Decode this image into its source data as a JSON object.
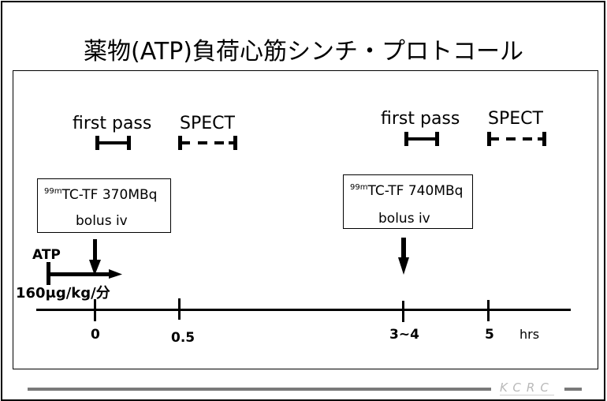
{
  "title": "薬物(ATP)負荷心筋シンチ・プロトコール",
  "first_stage": {
    "first_pass_label": "first pass",
    "spect_label": "SPECT",
    "injection": {
      "isotope_sup": "99m",
      "agent_dose": "TC-TF 370MBq",
      "route": "bolus iv"
    }
  },
  "second_stage": {
    "first_pass_label": "first pass",
    "spect_label": "SPECT",
    "injection": {
      "isotope_sup": "99m",
      "agent_dose": "TC-TF 740MBq",
      "route": "bolus iv"
    }
  },
  "atp": {
    "label": "ATP",
    "dose": "160μg/kg/分"
  },
  "timeline": {
    "ticks": [
      "0",
      "0.5",
      "3~4",
      "5"
    ],
    "unit": "hrs"
  },
  "footer": {
    "logo_text": "KCRC"
  },
  "colors": {
    "ink": "#000000",
    "footer_bar": "#7a7a7a",
    "logo": "#b8b8b8"
  }
}
